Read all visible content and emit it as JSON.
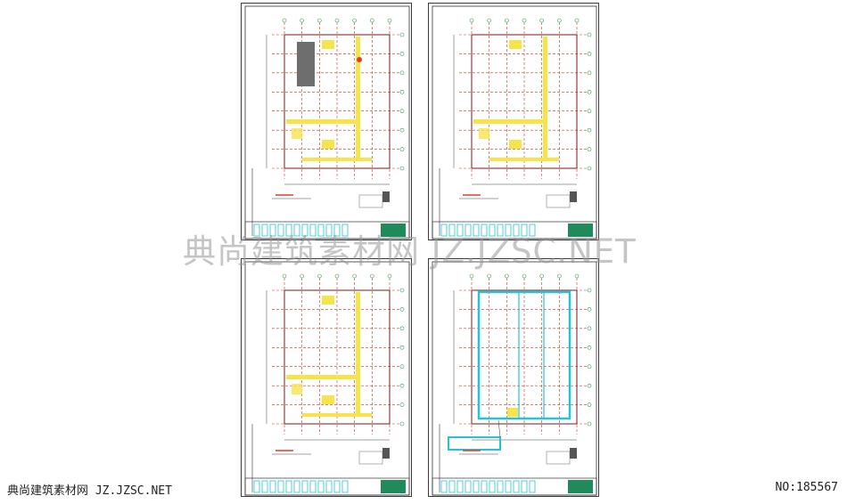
{
  "watermark": "典尚建筑素材网 JZ.JZSC.NET",
  "footer": {
    "site": "典尚建筑素材网 JZ.JZSC.NET",
    "number": "NO:185567"
  },
  "colors": {
    "grid": "#c0392b",
    "highlight": "#f7e34a",
    "cyan": "#25c3d6",
    "titleblock": "#1f8a5a",
    "dark": "#555555"
  },
  "sheets": [
    {
      "id": "top-left",
      "variant": "shaded"
    },
    {
      "id": "top-right",
      "variant": "yellow"
    },
    {
      "id": "bottom-left",
      "variant": "yellow"
    },
    {
      "id": "bottom-right",
      "variant": "cyan"
    }
  ]
}
